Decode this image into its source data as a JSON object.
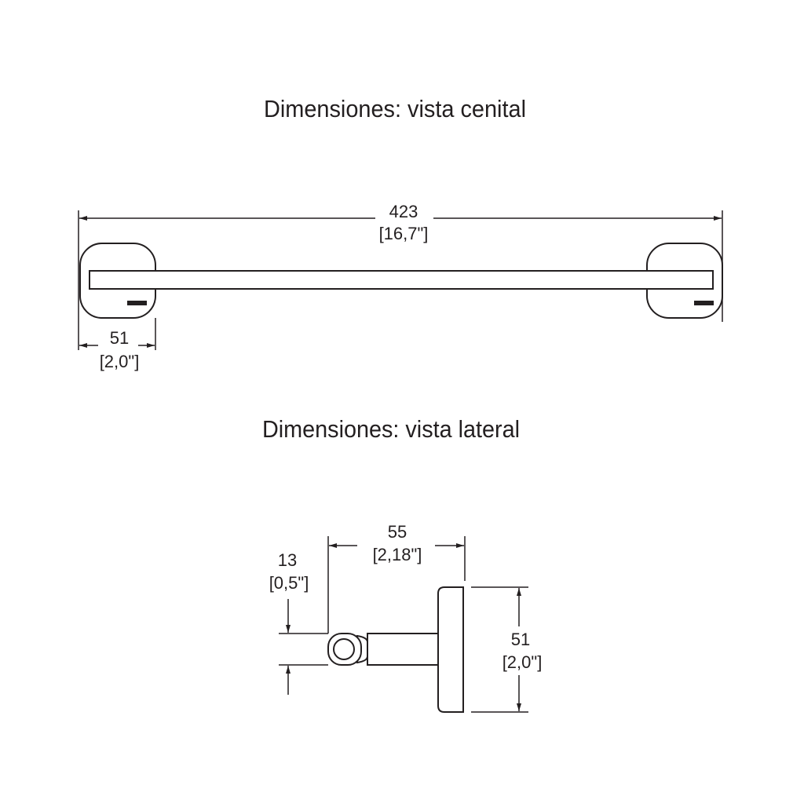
{
  "top_view": {
    "title": "Dimensiones: vista cenital",
    "length_mm": "423",
    "length_in": "[16,7\"]",
    "bracket_width_mm": "51",
    "bracket_width_in": "[2,0\"]"
  },
  "side_view": {
    "title": "Dimensiones: vista lateral",
    "projection_mm": "55",
    "projection_in": "[2,18\"]",
    "bar_diameter_mm": "13",
    "bar_diameter_in": "[0,5\"]",
    "plate_height_mm": "51",
    "plate_height_in": "[2,0\"]"
  },
  "colors": {
    "ink": "#231f20",
    "background": "#ffffff"
  }
}
